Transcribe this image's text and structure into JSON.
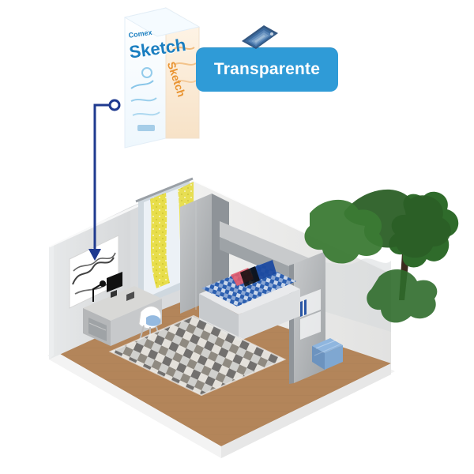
{
  "badge": {
    "label": "Transparente",
    "color": "#2f9bd7",
    "icon": "color-palette-icon"
  },
  "product_box": {
    "brand": "Comex",
    "name": "Sketch",
    "side_text": "Sketch",
    "front_color": "#ffffff",
    "accent_color": "#1a7ec0",
    "side_color": "#e9902a"
  },
  "pointer": {
    "color": "#1f3a8f",
    "icon": "pointer-arrow-icon"
  },
  "room": {
    "icon": "isometric-bedroom-illustration"
  },
  "tree": {
    "icon": "tree-icon"
  }
}
